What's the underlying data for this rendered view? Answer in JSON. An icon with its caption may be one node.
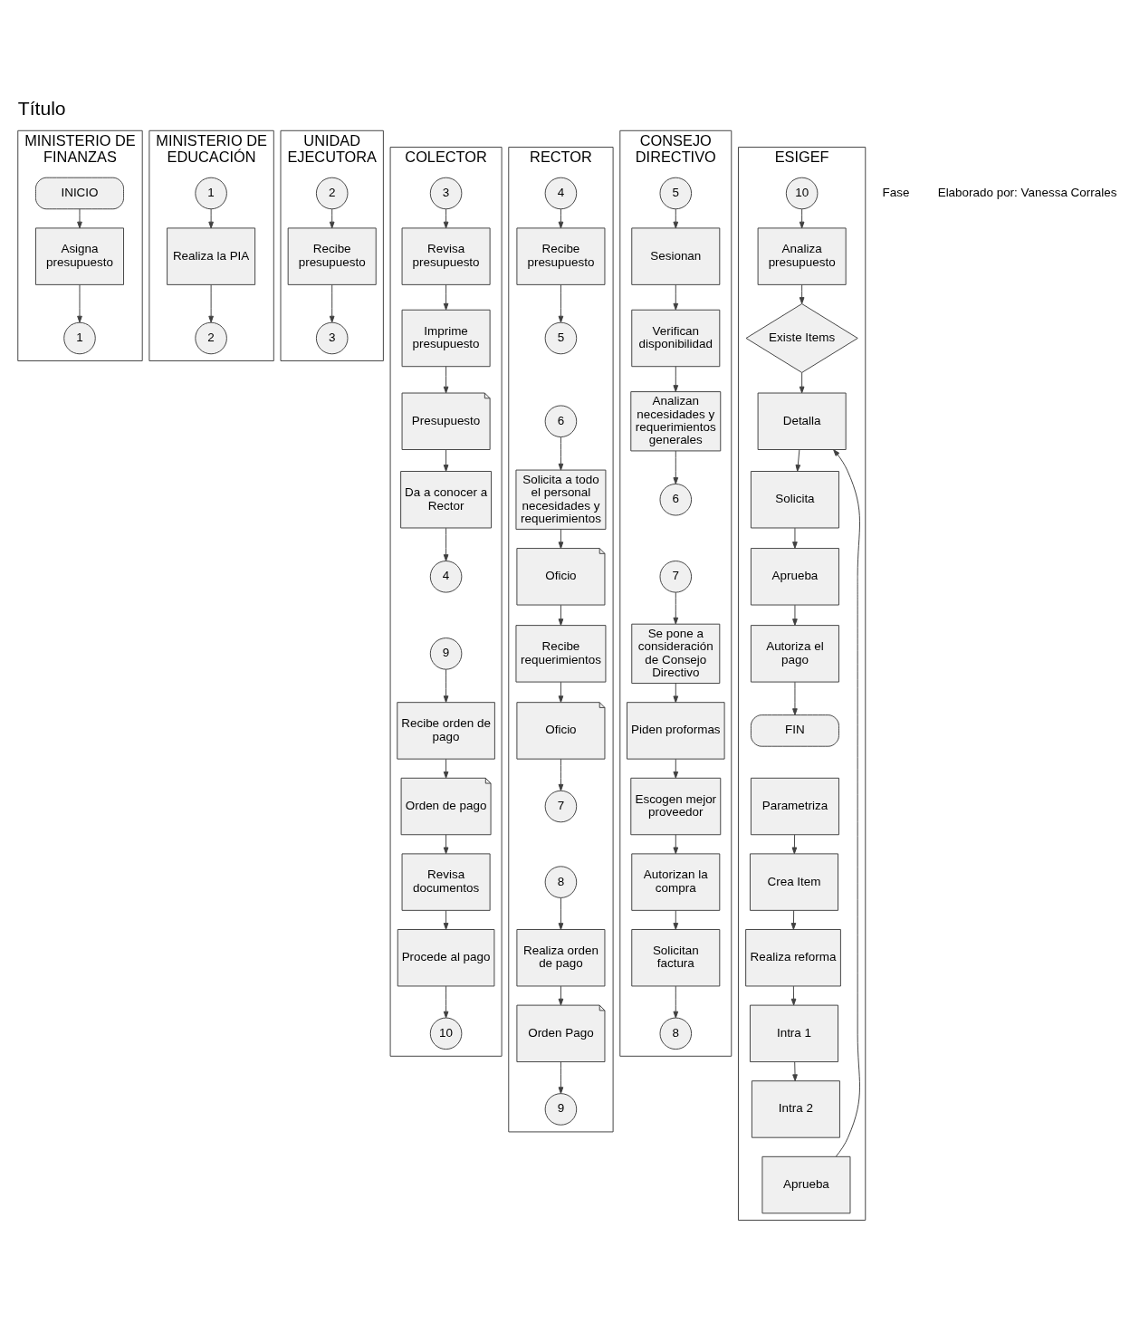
{
  "diagram": {
    "title": "Título",
    "nodes": [
      {
        "text": [
          "MINISTERIO DE FINANZAS"
        ]
      },
      {
        "text": [
          "INICIO"
        ],
        "in": 0
      },
      {
        "text": [
          "Asigna presupuesto"
        ],
        "in": 0
      },
      {
        "text": [
          "1"
        ],
        "in": 0
      },
      {
        "text": [
          "MINISTERIO DE EDUCACIÓN"
        ]
      },
      {
        "text": [
          "1"
        ],
        "in": 4
      },
      {
        "text": [
          "Realiza la PIA"
        ],
        "in": 4
      },
      {
        "text": [
          "2"
        ],
        "in": 4
      },
      {
        "text": [
          "UNIDAD EJECUTORA"
        ]
      },
      {
        "text": [
          "2"
        ],
        "in": 8
      },
      {
        "text": [
          "Recibe presupuesto"
        ],
        "in": 8
      },
      {
        "text": [
          "3"
        ],
        "in": 8
      },
      {
        "text": [
          "COLECTOR"
        ]
      },
      {
        "text": [
          "3"
        ],
        "in": 12
      },
      {
        "text": [
          "Revisa presupuesto"
        ],
        "in": 12
      },
      {
        "text": [
          "Imprime presupuesto"
        ],
        "in": 12
      },
      {
        "text": [
          "Presupuesto"
        ],
        "in": 12
      },
      {
        "text": [
          "Da a conocer a Rector"
        ],
        "in": 12
      },
      {
        "text": [
          "4"
        ],
        "in": 12
      },
      {
        "text": [
          "9"
        ],
        "in": 12
      },
      {
        "text": [
          "Recibe orden de pago"
        ],
        "in": 12
      },
      {
        "text": [
          "Orden de pago"
        ],
        "in": 12
      },
      {
        "text": [
          "Revisa documentos"
        ],
        "in": 12
      },
      {
        "text": [
          "Procede al pago"
        ],
        "in": 12
      },
      {
        "text": [
          "10"
        ],
        "in": 12
      },
      {
        "text": [
          "RECTOR"
        ]
      },
      {
        "text": [
          "4"
        ],
        "in": 25
      },
      {
        "text": [
          "Recibe presupuesto"
        ],
        "in": 25
      },
      {
        "text": [
          "5"
        ],
        "in": 25
      },
      {
        "text": [
          "6"
        ],
        "in": 25
      },
      {
        "text": [
          "Solicita a todo el personal necesidades y requerimientos"
        ],
        "in": 25
      },
      {
        "text": [
          "Oficio"
        ],
        "in": 25
      },
      {
        "text": [
          "Recibe requerimientos"
        ],
        "in": 25
      },
      {
        "text": [
          "Oficio"
        ],
        "in": 25
      },
      {
        "text": [
          "7"
        ],
        "in": 25
      },
      {
        "text": [
          "8"
        ],
        "in": 25
      },
      {
        "text": [
          "Realiza orden de pago"
        ],
        "in": 25
      },
      {
        "text": [
          "Orden Pago"
        ],
        "in": 25
      },
      {
        "text": [
          "9"
        ],
        "in": 25
      },
      {
        "text": [
          "CONSEJO DIRECTIVO"
        ]
      },
      {
        "text": [
          "5"
        ],
        "in": 39
      },
      {
        "text": [
          "Sesionan"
        ],
        "in": 39
      },
      {
        "text": [
          "Verifican disponibilidad"
        ],
        "in": 39
      },
      {
        "text": [
          "Analizan necesidades y requerimientos generales"
        ],
        "in": 39
      },
      {
        "text": [
          "6"
        ],
        "in": 39
      },
      {
        "text": [
          "7"
        ],
        "in": 39
      },
      {
        "text": [
          "Se pone a consideración de Consejo Directivo"
        ],
        "in": 39
      },
      {
        "text": [
          "Piden proformas"
        ],
        "in": 39
      },
      {
        "text": [
          "Escogen mejor proveedor"
        ],
        "in": 39
      },
      {
        "text": [
          "Autorizan la compra"
        ],
        "in": 39
      },
      {
        "text": [
          "Solicitan factura"
        ],
        "in": 39
      },
      {
        "text": [
          "8"
        ],
        "in": 39
      },
      {
        "text": [
          "ESIGEF"
        ]
      },
      {
        "text": [
          "10"
        ],
        "in": 52
      },
      {
        "text": [
          "Analiza presupuesto"
        ],
        "in": 52
      },
      {
        "text": [
          "Existe Items"
        ],
        "in": 52
      },
      {
        "text": [
          "Detalla"
        ],
        "in": 52
      },
      {
        "text": [
          "Solicita"
        ],
        "in": 52
      },
      {
        "text": [
          "Aprueba"
        ],
        "in": 52
      },
      {
        "text": [
          "Autoriza el pago"
        ],
        "in": 52
      },
      {
        "text": [
          "FIN"
        ],
        "in": 52
      },
      {
        "text": [
          "Parametriza"
        ],
        "in": 52
      },
      {
        "text": [
          "Crea Item"
        ],
        "in": 52
      },
      {
        "text": [
          "Realiza reforma"
        ],
        "in": 52
      },
      {
        "text": [
          "Intra 1"
        ],
        "in": 52
      },
      {
        "text": [
          "Intra 2"
        ],
        "in": 52
      },
      {
        "text": [
          "Aprueba"
        ],
        "in": 52
      }
    ],
    "edges": [
      {
        "from": 1,
        "to": 2,
        "arrow": "to"
      },
      {
        "from": 2,
        "to": 3,
        "arrow": "to"
      },
      {
        "from": 5,
        "to": 6,
        "arrow": "to"
      },
      {
        "from": 6,
        "to": 7,
        "arrow": "to"
      },
      {
        "from": 9,
        "to": 10,
        "arrow": "to"
      },
      {
        "from": 10,
        "to": 11,
        "arrow": "to"
      },
      {
        "from": 13,
        "to": 14,
        "arrow": "to"
      },
      {
        "from": 14,
        "to": 15,
        "arrow": "to"
      },
      {
        "from": 15,
        "to": 16,
        "arrow": "to"
      },
      {
        "from": 16,
        "to": 17,
        "arrow": "to"
      },
      {
        "from": 17,
        "to": 18,
        "arrow": "to"
      },
      {
        "from": 19,
        "to": 20,
        "arrow": "to"
      },
      {
        "from": 20,
        "to": 21,
        "arrow": "to"
      },
      {
        "from": 21,
        "to": 22,
        "arrow": "to"
      },
      {
        "from": 22,
        "to": 23,
        "arrow": "to"
      },
      {
        "from": 23,
        "to": 24,
        "arrow": "to"
      },
      {
        "from": 26,
        "to": 27,
        "arrow": "to"
      },
      {
        "from": 27,
        "to": 28,
        "arrow": "to"
      },
      {
        "from": 29,
        "to": 30,
        "arrow": "to"
      },
      {
        "from": 30,
        "to": 31,
        "arrow": "to"
      },
      {
        "from": 31,
        "to": 32,
        "arrow": "to"
      },
      {
        "from": 32,
        "to": 33,
        "arrow": "to"
      },
      {
        "from": 33,
        "to": 34,
        "arrow": "to"
      },
      {
        "from": 35,
        "to": 36,
        "arrow": "to"
      },
      {
        "from": 36,
        "to": 37,
        "arrow": "to"
      },
      {
        "from": 37,
        "to": 38,
        "arrow": "to"
      },
      {
        "from": 40,
        "to": 41,
        "arrow": "to"
      },
      {
        "from": 41,
        "to": 42,
        "arrow": "to"
      },
      {
        "from": 42,
        "to": 43,
        "arrow": "to"
      },
      {
        "from": 43,
        "to": 44,
        "arrow": "to"
      },
      {
        "from": 45,
        "to": 46,
        "arrow": "to"
      },
      {
        "from": 46,
        "to": 47,
        "arrow": "to"
      },
      {
        "from": 47,
        "to": 48,
        "arrow": "to"
      },
      {
        "from": 48,
        "to": 49,
        "arrow": "to"
      },
      {
        "from": 49,
        "to": 50,
        "arrow": "to"
      },
      {
        "from": 50,
        "to": 51,
        "arrow": "to"
      },
      {
        "from": 53,
        "to": 54,
        "arrow": "to"
      },
      {
        "from": 54,
        "to": 55,
        "arrow": "to"
      },
      {
        "from": 55,
        "to": 56,
        "arrow": "to"
      },
      {
        "from": 56,
        "to": 57,
        "arrow": "to"
      },
      {
        "from": 57,
        "to": 58,
        "arrow": "to"
      },
      {
        "from": 58,
        "to": 59,
        "arrow": "to"
      },
      {
        "from": 59,
        "to": 60,
        "arrow": "to"
      },
      {
        "from": 61,
        "to": 62,
        "arrow": "to"
      },
      {
        "from": 62,
        "to": 63,
        "arrow": "to"
      },
      {
        "from": 63,
        "to": 64,
        "arrow": "to"
      },
      {
        "from": 64,
        "to": 65,
        "arrow": "to"
      },
      {
        "from": 66,
        "to": 56,
        "arrow": "to"
      }
    ],
    "labels": [
      "Fase",
      "Elaborado por: Vanessa Corrales"
    ]
  }
}
